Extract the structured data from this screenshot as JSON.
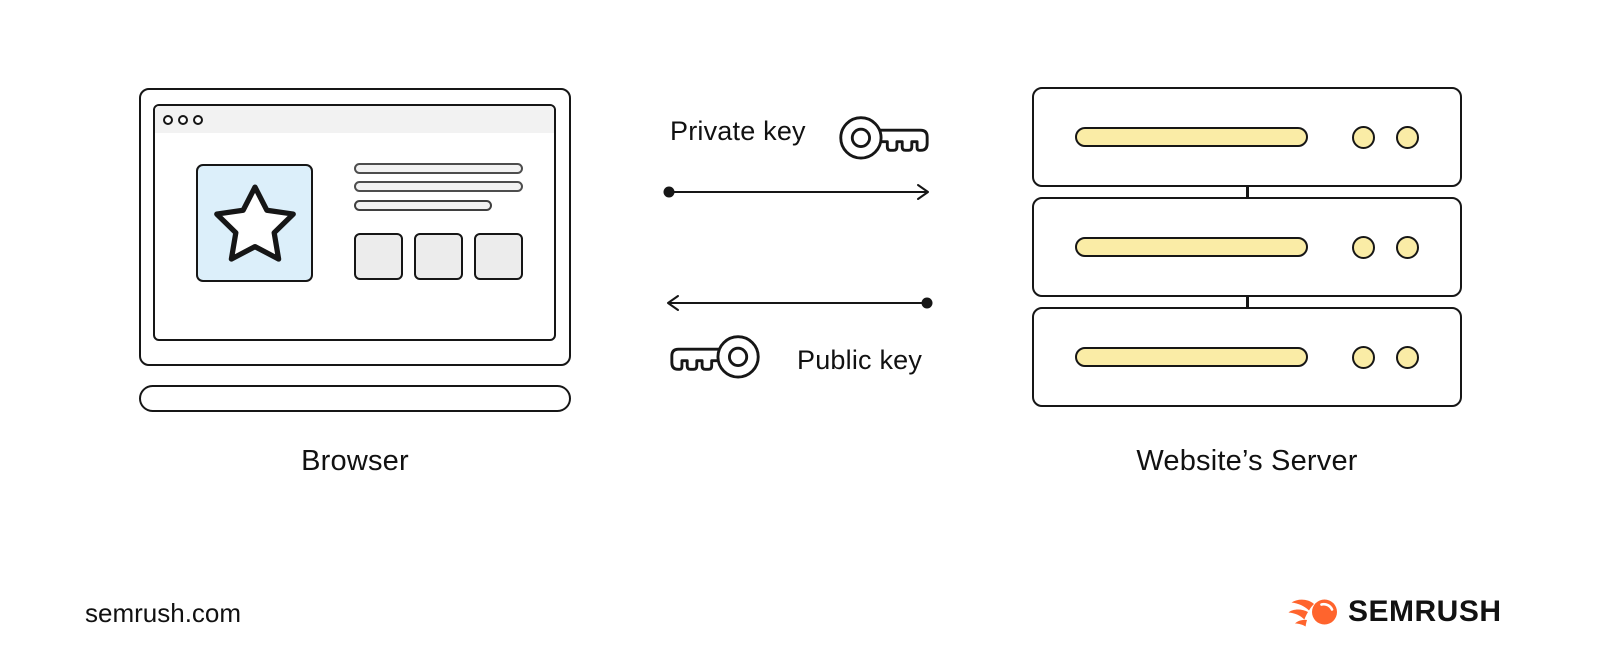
{
  "title": "Browser and website server key exchange diagram",
  "browser": {
    "label": "Browser",
    "window_dot_count": 3,
    "content": {
      "text_line_count": 3,
      "tile_count": 3
    },
    "icons": {
      "star": "star-icon"
    },
    "colors": {
      "panel_blue": "#DCEFFA",
      "header_gray": "#F2F2F2",
      "tile_gray": "#ECECEC",
      "outline": "#161616"
    }
  },
  "exchange": {
    "private": {
      "label": "Private key",
      "icon": "key-icon",
      "arrow_direction": "right"
    },
    "public": {
      "label": "Public key",
      "icon": "key-icon",
      "arrow_direction": "left"
    }
  },
  "server": {
    "label": "Website’s Server",
    "unit_count": 3,
    "colors": {
      "accent_yellow": "#FAECA6",
      "outline": "#161616"
    }
  },
  "footer": {
    "site_url": "semrush.com",
    "brand_name": "SEMRUSH",
    "brand_color": "#FF642D"
  }
}
